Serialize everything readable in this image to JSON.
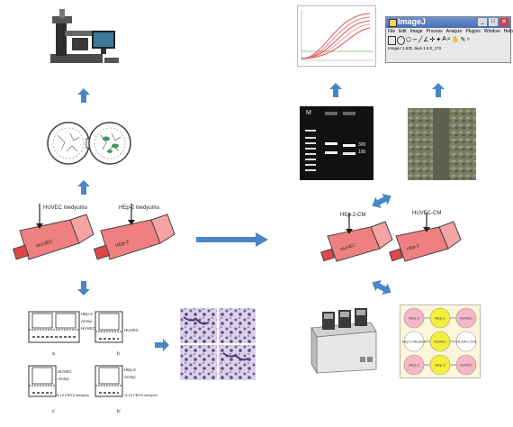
{
  "flask_labels": {
    "huvec_medium": "HUVEC medyumu",
    "hepz_medium": "HEp-2 medyumu",
    "huvec": "HUVEC",
    "hepz": "HEp-2",
    "hepz_cm": "HEp-2-CM",
    "huvec_cm": "HUVEC-CM"
  },
  "gel": {
    "marker": "M",
    "band_300": "300",
    "band_100": "100"
  },
  "imagej": {
    "title": "ImageJ",
    "menu": [
      "File",
      "Edit",
      "Image",
      "Process",
      "Analyze",
      "Plugins",
      "Window",
      "Help"
    ],
    "status": "ImageJ 1.53t; Java 1.8.0_172"
  },
  "transwell": {
    "panel_a": "a",
    "panel_b": "b",
    "panel_c": "c'",
    "panel_d": "b'",
    "hepz": "HEp-2",
    "huvec": "HUVEC",
    "filter": "Amnyi",
    "fbs": "% 10 FBS'li medyum"
  },
  "coculture_grid": {
    "cells": [
      "HEp-2",
      "HEp-2",
      "HUVEC",
      "HEp-2 Medium",
      "HUVEC",
      "HUVEC-CM",
      "HEp-2",
      "HEp-2",
      "HUVEC"
    ]
  },
  "colors": {
    "arrow": "#4a86c5",
    "flask_fill": "#f08080",
    "flask_cap": "#e04848",
    "pink_well": "#f4b6c8",
    "yellow_well": "#f5ee3a",
    "stain": "#6a5a9a"
  }
}
